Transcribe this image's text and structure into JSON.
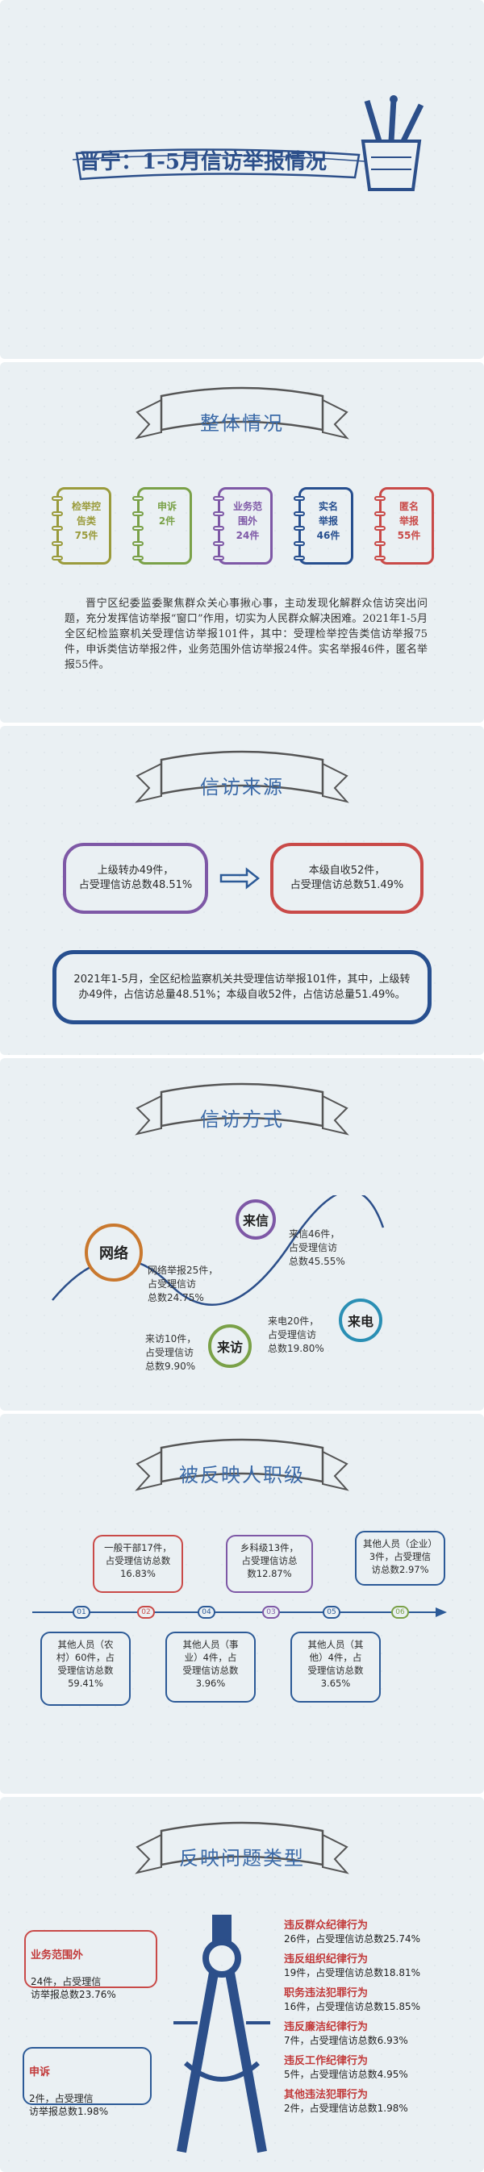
{
  "header": {
    "title": "晋宁：1-5月信访举报情况"
  },
  "overview": {
    "banner": "整体情况",
    "cards": [
      {
        "text": "检举控告类75件",
        "lines": "检举控\n告类\n75件",
        "color": "#9a9b3c"
      },
      {
        "text": "申诉2件",
        "lines": "申诉\n2件",
        "color": "#7aa148"
      },
      {
        "text": "业务范围外24件",
        "lines": "业务范\n围外\n24件",
        "color": "#7e58a6"
      },
      {
        "text": "实名举报46件",
        "lines": "实名\n举报\n46件",
        "color": "#274f8f"
      },
      {
        "text": "匿名举报55件",
        "lines": "匿名\n举报\n55件",
        "color": "#c94a48"
      }
    ],
    "paragraph": "晋宁区纪委监委聚焦群众关心事揪心事，主动发现化解群众信访突出问题，充分发挥信访举报“窗口”作用，切实为人民群众解决困难。2021年1-5月全区纪检监察机关受理信访举报101件，其中：受理检举控告类信访举报75件，申诉类信访举报2件，业务范围外信访举报24件。实名举报46件，匿名举报55件。"
  },
  "source": {
    "banner": "信访来源",
    "left": "上级转办49件，\n占受理信访总数48.51%",
    "right": "本级自收52件，\n占受理信访总数51.49%",
    "summary": "2021年1-5月，全区纪检监察机关共受理信访举报101件，其中，上级转办49件，占信访总量48.51%；本级自收52件，占信访总量51.49%。"
  },
  "method": {
    "banner": "信访方式",
    "network_label": "网络",
    "network_text": "网络举报25件，\n占受理信访\n总数24.75%",
    "letter_label": "来信",
    "letter_text": "来信46件，\n占受理信访\n总数45.55%",
    "visit_label": "来访",
    "visit_text": "来访10件，\n占受理信访\n总数9.90%",
    "call_label": "来电",
    "call_text": "来电20件，\n占受理信访\n总数19.80%"
  },
  "rank": {
    "banner": "被反映人职级",
    "nodes": [
      "01",
      "02",
      "03",
      "04",
      "05",
      "06"
    ],
    "items": [
      {
        "node": "01",
        "text": "其他人员（农\n村）60件，占\n受理信访总数\n59.41%",
        "color": "#2c5a97"
      },
      {
        "node": "02",
        "text": "一般干部17件，\n占受理信访总数\n16.83%",
        "color": "#c94a48"
      },
      {
        "node": "03",
        "text": "乡科级13件，\n占受理信访总\n数12.87%",
        "color": "#7e58a6"
      },
      {
        "node": "04",
        "text": "其他人员（事\n业）4件，占\n受理信访总数\n3.96%",
        "color": "#2c5a97"
      },
      {
        "node": "05",
        "text": "其他人员（其\n他）4件，占\n受理信访总数\n3.65%",
        "color": "#2c5a97"
      },
      {
        "node": "06",
        "text": "其他人员（企业）\n3件，占受理信\n访总数2.97%",
        "color": "#2c5a97"
      }
    ]
  },
  "issues": {
    "banner": "反映问题类型",
    "left": [
      {
        "title": "业务范围外",
        "text": "24件，占受理信\n访举报总数23.76%",
        "color": "#c94a48"
      },
      {
        "title": "申诉",
        "text": "2件，占受理信\n访举报总数1.98%",
        "color": "#c94a48"
      }
    ],
    "right": [
      {
        "title": "违反群众纪律行为",
        "text": "26件，占受理信访总数25.74%"
      },
      {
        "title": "违反组织纪律行为",
        "text": "19件，占受理信访总数18.81%"
      },
      {
        "title": "职务违法犯罪行为",
        "text": "16件，占受理信访总数15.85%"
      },
      {
        "title": "违反廉洁纪律行为",
        "text": "7件，占受理信访总数6.93%"
      },
      {
        "title": "违反工作纪律行为",
        "text": "5件，占受理信访总数4.95%"
      },
      {
        "title": "其他违法犯罪行为",
        "text": "2件，占受理信访总数1.98%"
      }
    ]
  }
}
